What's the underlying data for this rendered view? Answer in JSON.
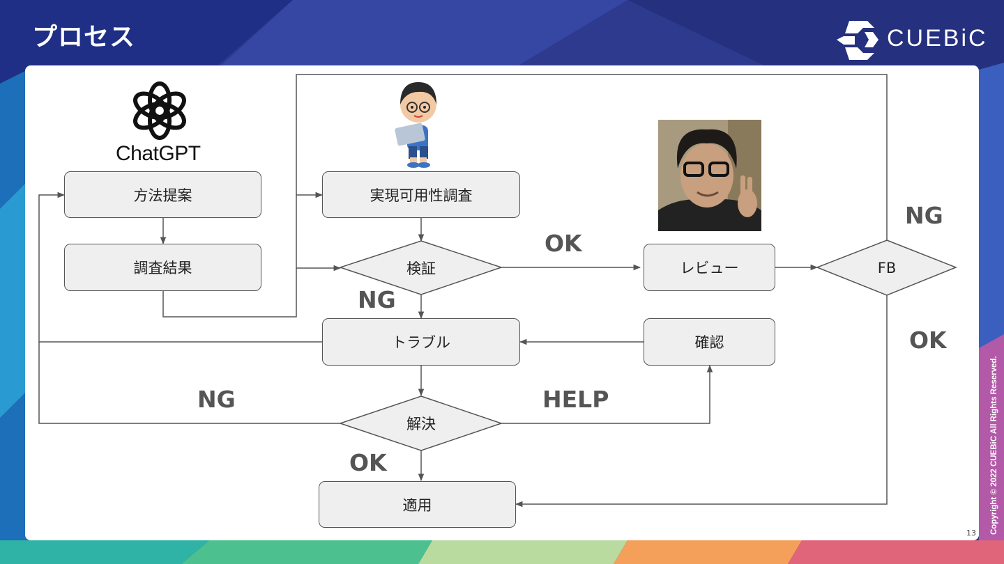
{
  "slide": {
    "title": "プロセス",
    "brand": "CUEBiC",
    "page_number": "13",
    "copyright": "Copyright © 2022 CUEBiC All Rights Reserved."
  },
  "chatgpt": {
    "label": "ChatGPT"
  },
  "nodes": {
    "method_proposal": "方法提案",
    "research_result": "調査結果",
    "feasibility_study": "実現可用性調査",
    "verification": "検証",
    "review": "レビュー",
    "fb": "FB",
    "trouble": "トラブル",
    "confirmation": "確認",
    "resolution": "解決",
    "apply": "適用"
  },
  "edge_labels": {
    "verify_ok": "OK",
    "verify_ng": "NG",
    "fb_ng": "NG",
    "fb_ok": "OK",
    "resolve_ng": "NG",
    "resolve_help": "HELP",
    "resolve_ok": "OK"
  }
}
